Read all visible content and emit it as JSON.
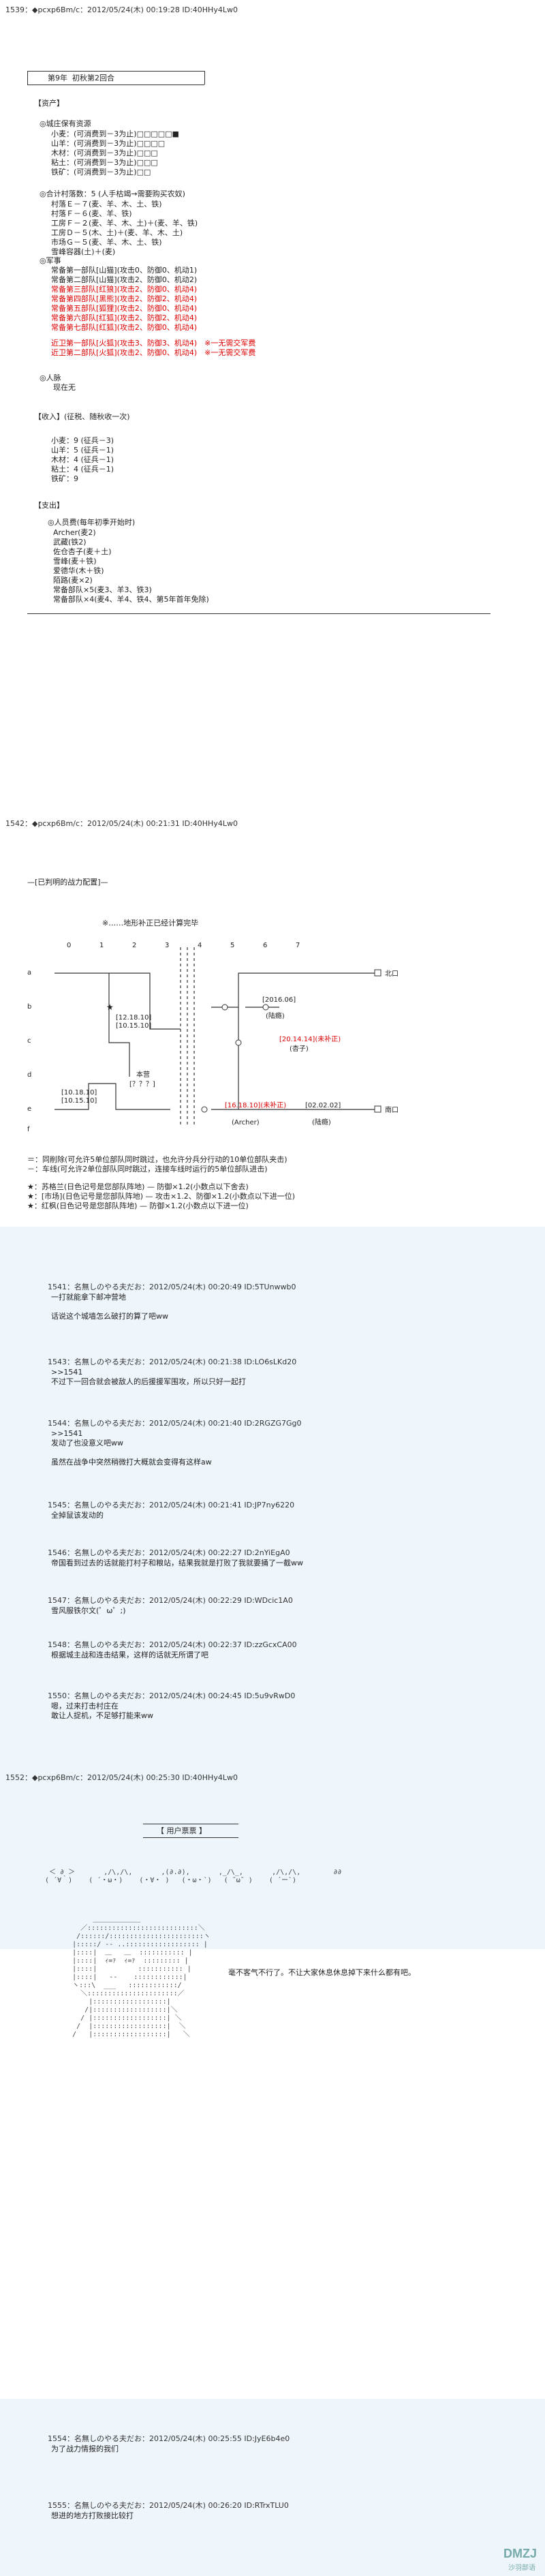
{
  "post1539": {
    "header": "1539：◆pcxp6Bm/c：2012/05/24(木) 00:19:28 ID:40HHy4Lw0",
    "title": "第9年  初秋第2回合",
    "resources_title": "【资产】",
    "storage_label": "◎城庄保有资源",
    "storage": [
      "小麦：(可消费到－3为止)□□□□□■",
      "山羊：(可消费到－3为止)□□□□",
      "木材：(可消费到－3为止)□□□",
      "粘土：(可消费到－3为止)□□□",
      "铁矿：(可消费到－3为止)□□"
    ],
    "villages_label": "◎合计村落数：5 (人手枯竭→需要购买农奴)",
    "villages": [
      "村落Ｅ－７(麦、羊、木、土、铁)",
      "村落Ｆ－６(麦、羊、铁)",
      "工房Ｆ－２(麦、羊、木、土)＋(麦、羊、铁)",
      "工房Ｄ－５(木、土)＋(麦、羊、木、土)",
      "市场Ｇ－５(麦、羊、木、土、铁)",
      "雪峰容器(土)＋(麦)"
    ],
    "army_label": "◎军事",
    "army": [
      "常备第一部队[山猫](攻击0、防御0、机动1)",
      "常备第二部队[山猫](攻击2、防御0、机动2)",
      "常备第三部队[红狼](攻击2、防御0、机动4)",
      "常备第四部队[黑熊](攻击2、防御2、机动4)",
      "常备第五部队[狐狸](攻击2、防御0、机动4)",
      "常备第六部队[红狐](攻击2、防御2、机动4)",
      "常备第七部队[红狐](攻击2、防御0、机动4)"
    ],
    "guard": [
      "近卫第一部队[火狐](攻击3、防御3、机动4)　※一无需交军费",
      "近卫第二部队[火狐](攻击2、防御0、机动4)　※一无需交军费"
    ],
    "people_label": "◎人脉",
    "people_value": "现在无",
    "income_title": "【收入】(征税、随秋收一次)",
    "income": [
      "小麦：9 (征兵－3)",
      "山羊：5 (征兵－1)",
      "木材：4 (征兵－1)",
      "粘土：4 (征兵－1)",
      "铁矿：9"
    ],
    "expense_title": "【支出】",
    "expense_label": "◎人员费(每年初季开始时)",
    "expense": [
      "Archer(麦2)",
      "武藏(铁2)",
      "佐仓杏子(麦＋土)",
      "雪峰(麦＋铁)",
      "爱德华(木＋铁)",
      "陌路(麦×2)",
      "常备部队×5(麦3、羊3、铁3)",
      "常备部队×4(麦4、羊4、铁4、第5年首年免除)"
    ]
  },
  "post1542": {
    "header": "1542：◆pcxp6Bm/c：2012/05/24(木) 00:21:31 ID:40HHy4Lw0",
    "title": "—[已判明的战力配置]—",
    "note": "※……地形补正已经计算完毕",
    "cols": [
      "0",
      "1",
      "2",
      "3",
      "4",
      "5",
      "6",
      "7"
    ],
    "rows": [
      "a",
      "b",
      "c",
      "d",
      "e",
      "f"
    ],
    "north": "北口",
    "south": "南口",
    "units": [
      "[12.18.10]",
      "[10.15.10]",
      "[10.18.10]",
      "[10.15.10]",
      "[2016.06]",
      "(陆瘾)",
      "[20.14.14](未补正)",
      "(杏子)",
      "[16.18.10](未补正)",
      "(Archer)",
      "[02.02.02]",
      "(陆瘾)"
    ],
    "hq": "本营",
    "hq_box": "[？？？]",
    "legend": [
      "＝：同削除(可允许5单位部队同时跳过，也允许分兵分行动的10单位部队夹击)",
      "－：车线(可允许2单位部队同时跳过，连接车线时运行的5单位部队进击)",
      "★：苏格兰(日色记号是您部队阵地) — 防御×1.2(小数点以下舍去)",
      "★：[市场](日色记号是您部队阵地) — 攻击×1.2、防御×1.2(小数点以下进一位)",
      "★：红枫(日色记号是您部队阵地) — 防御×1.2(小数点以下进一位)"
    ]
  },
  "replies": [
    {
      "header": "1541：名無しのやる夫だお：2012/05/24(木) 00:20:49 ID:5TUnwwb0",
      "lines": [
        "一打就能拿下邮冲营地",
        "",
        "话说这个城墙怎么破打的算了吧ww"
      ]
    },
    {
      "header": "1543：名無しのやる夫だお：2012/05/24(木) 00:21:38 ID:LO6sLKd20",
      "lines": [
        ">>1541",
        "不过下一回合就会被敌人的后援援军围攻，所以只好一起打"
      ]
    },
    {
      "header": "1544：名無しのやる夫だお：2012/05/24(木) 00:21:40 ID:2RGZG7Gg0",
      "lines": [
        ">>1541",
        "发动了也没意义吧ww",
        "",
        "虽然在战争中突然稍微打大概就会变得有这样aw"
      ]
    },
    {
      "header": "1545：名無しのやる夫だお：2012/05/24(木) 00:21:41 ID:JP7ny6220",
      "lines": [
        "全掉鼠该发动的"
      ]
    },
    {
      "header": "1546：名無しのやる夫だお：2012/05/24(木) 00:22:27 ID:2nYiEgA0",
      "lines": [
        "帝国看到过去的话就能打村子和粮站，结果我就是打败了我就要捅了一截ww"
      ]
    },
    {
      "header": "1547：名無しのやる夫だお：2012/05/24(木) 00:22:29 ID:WDcic1A0",
      "lines": [
        "雪风服铁尔文(゜ω゜;)"
      ]
    },
    {
      "header": "1548：名無しのやる夫だお：2012/05/24(木) 00:22:37 ID:zzGcxCA00",
      "lines": [
        "根据城主战和连击结果，这样的话就无所谓了吧"
      ]
    },
    {
      "header": "1550：名無しのやる夫だお：2012/05/24(木) 00:24:45 ID:5u9vRwD0",
      "lines": [
        "嗯，过来打击村庄在",
        "敢让人捉机，不足够打能来ww"
      ]
    }
  ],
  "post1552": {
    "header": "1552：◆pcxp6Bm/c：2012/05/24(木) 00:25:30 ID:40HHy4Lw0",
    "title": "【 用户票票 】",
    "speech": "毫不客气不行了。不让大家休息休息掉下来什么都有吧。"
  },
  "tail_replies": [
    {
      "header": "1554：名無しのやる夫だお：2012/05/24(木) 00:25:55 ID:JyE6b4e0",
      "lines": [
        "为了战力情报的我们"
      ]
    },
    {
      "header": "1555：名無しのやる夫だお：2012/05/24(木) 00:26:20 ID:RTrxTLU0",
      "lines": [
        "想进的地方打败接比较打"
      ]
    }
  ],
  "logo": "DMZJ",
  "logo_sub": "沙羽部语"
}
